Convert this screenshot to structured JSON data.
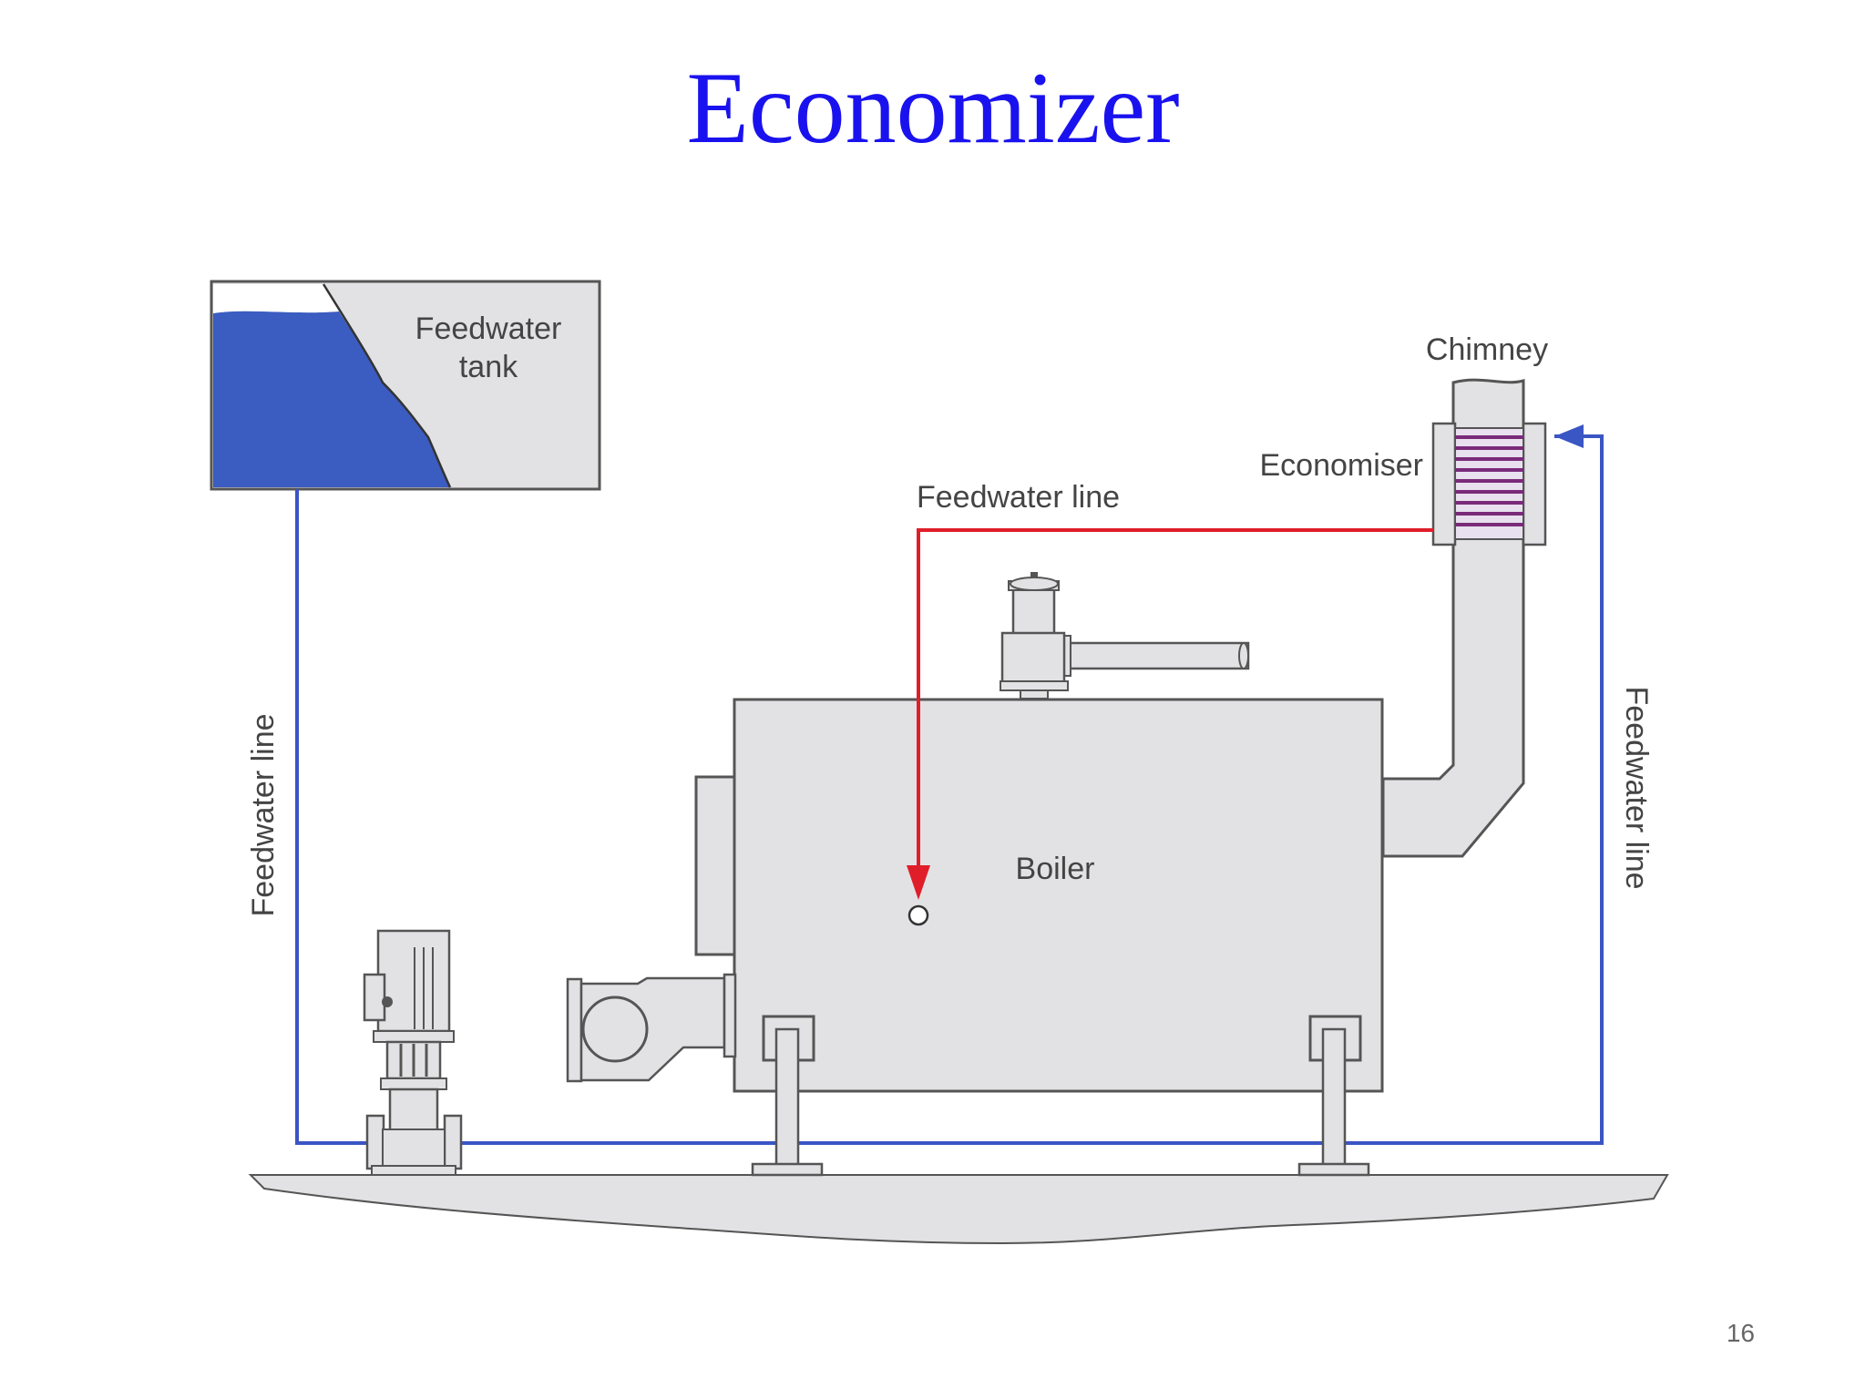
{
  "slide": {
    "title": "Economizer",
    "page_number": "16"
  },
  "diagram": {
    "labels": {
      "feedwater_tank": [
        "Feedwater",
        "tank"
      ],
      "chimney": "Chimney",
      "economiser": "Economiser",
      "feedwater_line_top": "Feedwater line",
      "feedwater_line_left": "Feedwater line",
      "feedwater_line_right": "Feedwater line",
      "boiler": "Boiler"
    },
    "colors": {
      "cold_feedwater": "#3a55c4",
      "hot_feedwater": "#e01e2a",
      "water": "#3b5cc0",
      "equipment_fill": "#e2e2e4",
      "outline": "#555555",
      "economiser_tubes": "#7a2a7a"
    }
  }
}
